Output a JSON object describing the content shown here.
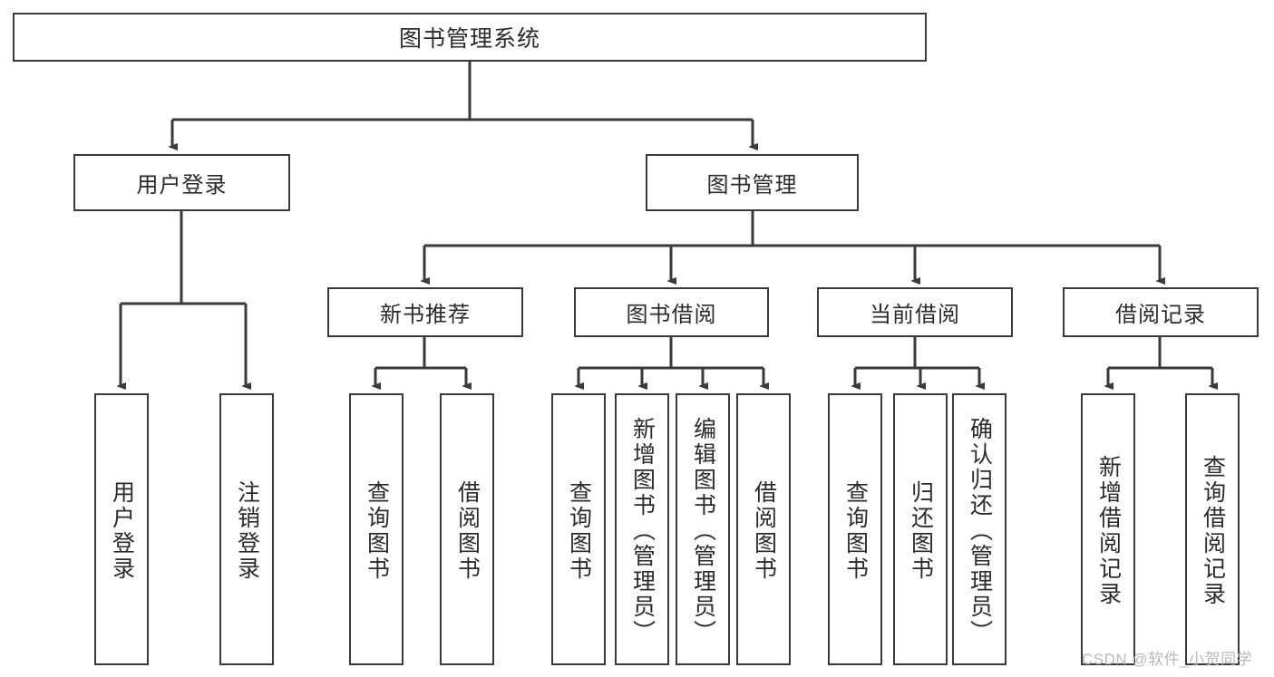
{
  "diagram": {
    "type": "tree-hierarchy-diagram",
    "title": "图书管理系统",
    "root": {
      "label": "图书管理系统",
      "name": "root-node"
    },
    "level1": [
      {
        "label": "用户登录",
        "name": "node-user-login"
      },
      {
        "label": "图书管理",
        "name": "node-book-management"
      }
    ],
    "level2": [
      {
        "label": "新书推荐",
        "name": "node-new-book-recommend"
      },
      {
        "label": "图书借阅",
        "name": "node-book-borrow"
      },
      {
        "label": "当前借阅",
        "name": "node-current-borrow"
      },
      {
        "label": "借阅记录",
        "name": "node-borrow-record"
      }
    ],
    "leaves_user_login": [
      {
        "label": "用户登录",
        "name": "leaf-user-login"
      },
      {
        "label": "注销登录",
        "name": "leaf-user-logout"
      }
    ],
    "leaves_new_book_recommend": [
      {
        "label": "查询图书",
        "name": "leaf-query-book-1"
      },
      {
        "label": "借阅图书",
        "name": "leaf-borrow-book-1"
      }
    ],
    "leaves_book_borrow": [
      {
        "label": "查询图书",
        "name": "leaf-query-book-2"
      },
      {
        "label": "新增图书（管理员）",
        "name": "leaf-add-book-admin"
      },
      {
        "label": "编辑图书（管理员）",
        "name": "leaf-edit-book-admin"
      },
      {
        "label": "借阅图书",
        "name": "leaf-borrow-book-2"
      }
    ],
    "leaves_current_borrow": [
      {
        "label": "查询图书",
        "name": "leaf-query-book-3"
      },
      {
        "label": "归还图书",
        "name": "leaf-return-book"
      },
      {
        "label": "确认归还（管理员）",
        "name": "leaf-confirm-return-admin"
      }
    ],
    "leaves_borrow_record": [
      {
        "label": "新增借阅记录",
        "name": "leaf-add-borrow-record"
      },
      {
        "label": "查询借阅记录",
        "name": "leaf-query-borrow-record"
      }
    ],
    "watermark": "CSDN @软件_小贺同学",
    "colors": {
      "stroke": "#3a3a3a",
      "background": "#ffffff",
      "text": "#2b2b2b",
      "watermark": "#b8b8b8"
    }
  }
}
